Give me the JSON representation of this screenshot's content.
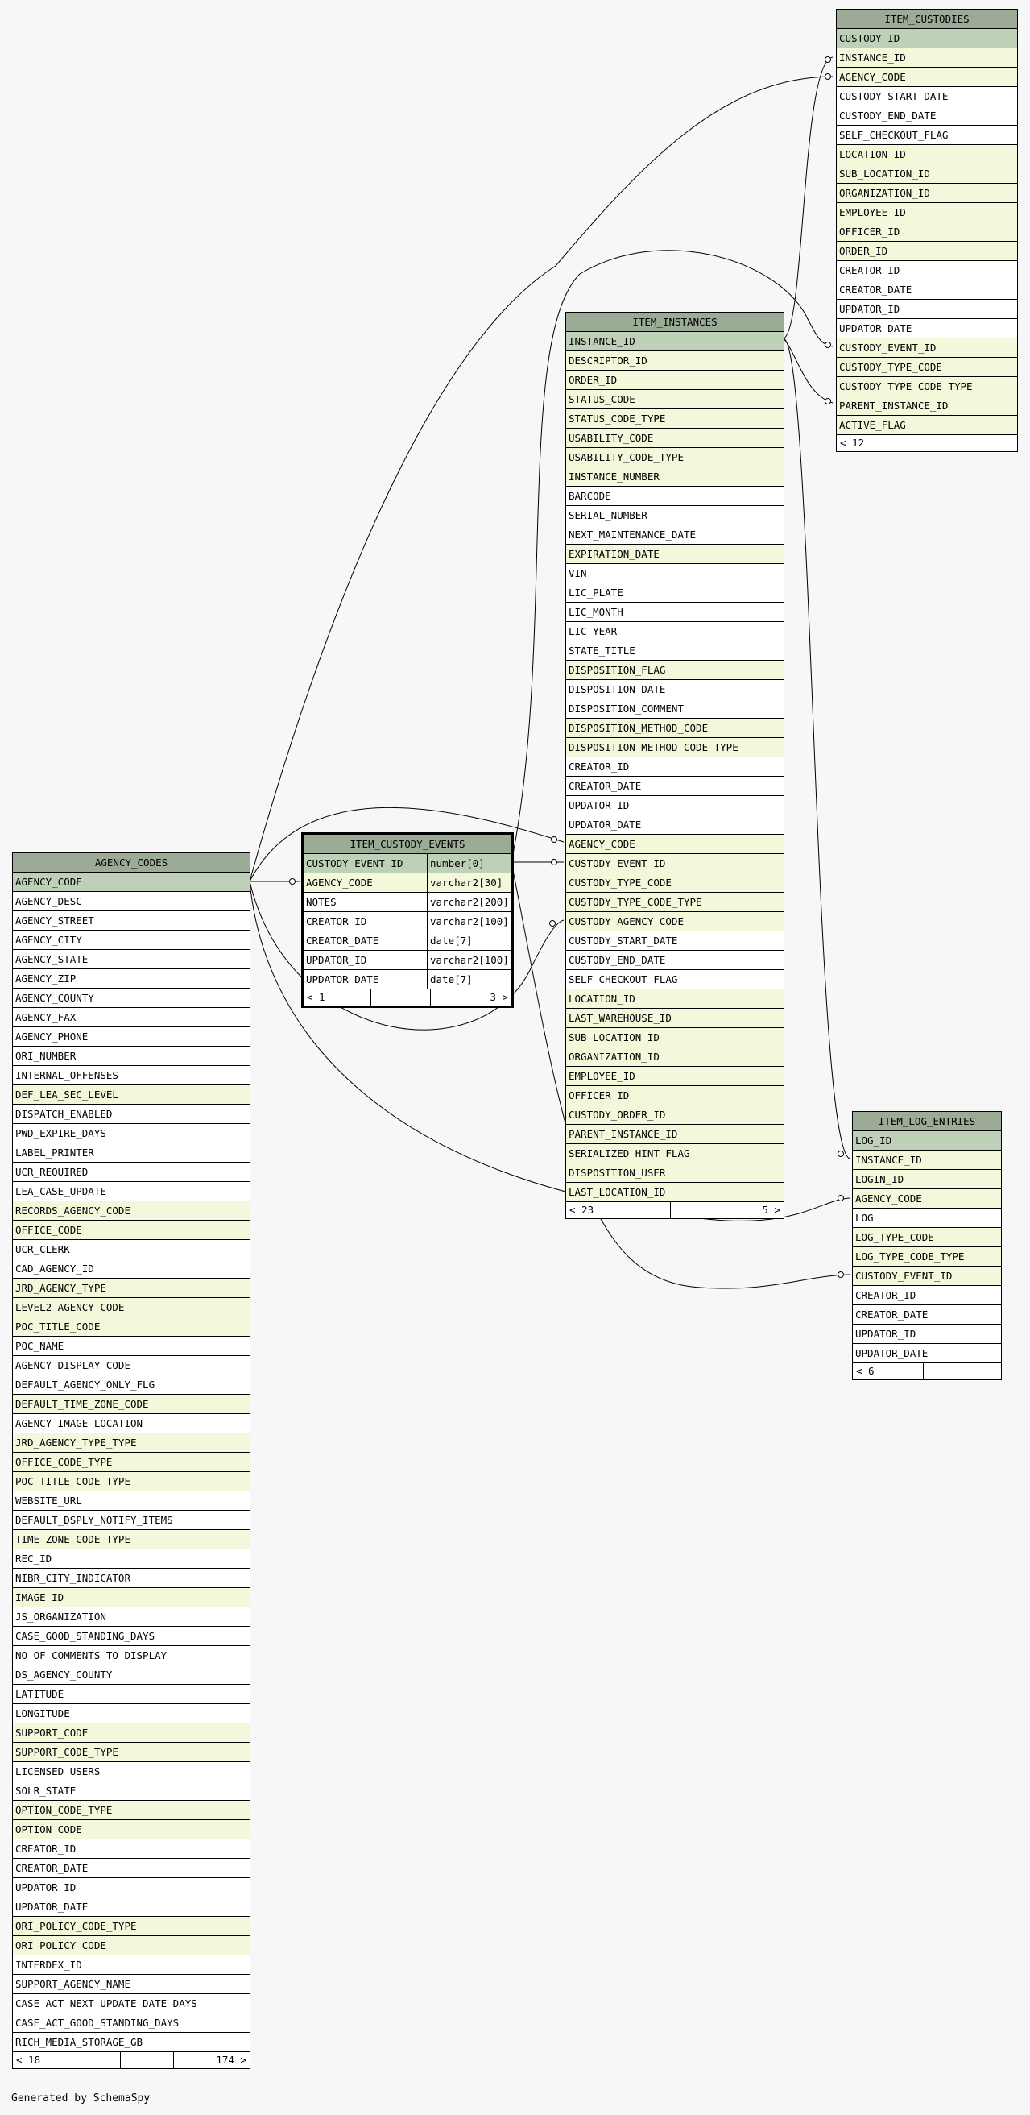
{
  "footer_note": "Generated by SchemaSpy",
  "tables": {
    "item_custodies": {
      "name": "ITEM_CUSTODIES",
      "columns": [
        {
          "name": "CUSTODY_ID",
          "kind": "pk"
        },
        {
          "name": "INSTANCE_ID",
          "kind": "fk"
        },
        {
          "name": "AGENCY_CODE",
          "kind": "fk"
        },
        {
          "name": "CUSTODY_START_DATE",
          "kind": "plain"
        },
        {
          "name": "CUSTODY_END_DATE",
          "kind": "plain"
        },
        {
          "name": "SELF_CHECKOUT_FLAG",
          "kind": "plain"
        },
        {
          "name": "LOCATION_ID",
          "kind": "fk"
        },
        {
          "name": "SUB_LOCATION_ID",
          "kind": "fk"
        },
        {
          "name": "ORGANIZATION_ID",
          "kind": "fk"
        },
        {
          "name": "EMPLOYEE_ID",
          "kind": "fk"
        },
        {
          "name": "OFFICER_ID",
          "kind": "fk"
        },
        {
          "name": "ORDER_ID",
          "kind": "fk"
        },
        {
          "name": "CREATOR_ID",
          "kind": "plain"
        },
        {
          "name": "CREATOR_DATE",
          "kind": "plain"
        },
        {
          "name": "UPDATOR_ID",
          "kind": "plain"
        },
        {
          "name": "UPDATOR_DATE",
          "kind": "plain"
        },
        {
          "name": "CUSTODY_EVENT_ID",
          "kind": "fk"
        },
        {
          "name": "CUSTODY_TYPE_CODE",
          "kind": "fk"
        },
        {
          "name": "CUSTODY_TYPE_CODE_TYPE",
          "kind": "fk"
        },
        {
          "name": "PARENT_INSTANCE_ID",
          "kind": "fk"
        },
        {
          "name": "ACTIVE_FLAG",
          "kind": "fk"
        }
      ],
      "footer": [
        "< 12",
        "",
        ""
      ]
    },
    "item_instances": {
      "name": "ITEM_INSTANCES",
      "columns": [
        {
          "name": "INSTANCE_ID",
          "kind": "pk"
        },
        {
          "name": "DESCRIPTOR_ID",
          "kind": "fk"
        },
        {
          "name": "ORDER_ID",
          "kind": "fk"
        },
        {
          "name": "STATUS_CODE",
          "kind": "fk"
        },
        {
          "name": "STATUS_CODE_TYPE",
          "kind": "fk"
        },
        {
          "name": "USABILITY_CODE",
          "kind": "fk"
        },
        {
          "name": "USABILITY_CODE_TYPE",
          "kind": "fk"
        },
        {
          "name": "INSTANCE_NUMBER",
          "kind": "fk"
        },
        {
          "name": "BARCODE",
          "kind": "plain"
        },
        {
          "name": "SERIAL_NUMBER",
          "kind": "plain"
        },
        {
          "name": "NEXT_MAINTENANCE_DATE",
          "kind": "plain"
        },
        {
          "name": "EXPIRATION_DATE",
          "kind": "fk"
        },
        {
          "name": "VIN",
          "kind": "plain"
        },
        {
          "name": "LIC_PLATE",
          "kind": "plain"
        },
        {
          "name": "LIC_MONTH",
          "kind": "plain"
        },
        {
          "name": "LIC_YEAR",
          "kind": "plain"
        },
        {
          "name": "STATE_TITLE",
          "kind": "plain"
        },
        {
          "name": "DISPOSITION_FLAG",
          "kind": "fk"
        },
        {
          "name": "DISPOSITION_DATE",
          "kind": "plain"
        },
        {
          "name": "DISPOSITION_COMMENT",
          "kind": "plain"
        },
        {
          "name": "DISPOSITION_METHOD_CODE",
          "kind": "fk"
        },
        {
          "name": "DISPOSITION_METHOD_CODE_TYPE",
          "kind": "fk"
        },
        {
          "name": "CREATOR_ID",
          "kind": "plain"
        },
        {
          "name": "CREATOR_DATE",
          "kind": "plain"
        },
        {
          "name": "UPDATOR_ID",
          "kind": "plain"
        },
        {
          "name": "UPDATOR_DATE",
          "kind": "plain"
        },
        {
          "name": "AGENCY_CODE",
          "kind": "fk"
        },
        {
          "name": "CUSTODY_EVENT_ID",
          "kind": "fk"
        },
        {
          "name": "CUSTODY_TYPE_CODE",
          "kind": "fk"
        },
        {
          "name": "CUSTODY_TYPE_CODE_TYPE",
          "kind": "fk"
        },
        {
          "name": "CUSTODY_AGENCY_CODE",
          "kind": "fk"
        },
        {
          "name": "CUSTODY_START_DATE",
          "kind": "plain"
        },
        {
          "name": "CUSTODY_END_DATE",
          "kind": "plain"
        },
        {
          "name": "SELF_CHECKOUT_FLAG",
          "kind": "plain"
        },
        {
          "name": "LOCATION_ID",
          "kind": "fk"
        },
        {
          "name": "LAST_WAREHOUSE_ID",
          "kind": "fk"
        },
        {
          "name": "SUB_LOCATION_ID",
          "kind": "fk"
        },
        {
          "name": "ORGANIZATION_ID",
          "kind": "fk"
        },
        {
          "name": "EMPLOYEE_ID",
          "kind": "fk"
        },
        {
          "name": "OFFICER_ID",
          "kind": "fk"
        },
        {
          "name": "CUSTODY_ORDER_ID",
          "kind": "fk"
        },
        {
          "name": "PARENT_INSTANCE_ID",
          "kind": "fk"
        },
        {
          "name": "SERIALIZED_HINT_FLAG",
          "kind": "fk"
        },
        {
          "name": "DISPOSITION_USER",
          "kind": "fk"
        },
        {
          "name": "LAST_LOCATION_ID",
          "kind": "fk"
        }
      ],
      "footer": [
        "< 23",
        "",
        "5 >"
      ]
    },
    "item_custody_events": {
      "name": "ITEM_CUSTODY_EVENTS",
      "columns": [
        {
          "name": "CUSTODY_EVENT_ID",
          "type": "number[0]",
          "kind": "pk"
        },
        {
          "name": "AGENCY_CODE",
          "type": "varchar2[30]",
          "kind": "fk"
        },
        {
          "name": "NOTES",
          "type": "varchar2[200]",
          "kind": "plain"
        },
        {
          "name": "CREATOR_ID",
          "type": "varchar2[100]",
          "kind": "plain"
        },
        {
          "name": "CREATOR_DATE",
          "type": "date[7]",
          "kind": "plain"
        },
        {
          "name": "UPDATOR_ID",
          "type": "varchar2[100]",
          "kind": "plain"
        },
        {
          "name": "UPDATOR_DATE",
          "type": "date[7]",
          "kind": "plain"
        }
      ],
      "footer": [
        "< 1",
        "",
        "3 >"
      ]
    },
    "agency_codes": {
      "name": "AGENCY_CODES",
      "columns": [
        {
          "name": "AGENCY_CODE",
          "kind": "pk"
        },
        {
          "name": "AGENCY_DESC",
          "kind": "plain"
        },
        {
          "name": "AGENCY_STREET",
          "kind": "plain"
        },
        {
          "name": "AGENCY_CITY",
          "kind": "plain"
        },
        {
          "name": "AGENCY_STATE",
          "kind": "plain"
        },
        {
          "name": "AGENCY_ZIP",
          "kind": "plain"
        },
        {
          "name": "AGENCY_COUNTY",
          "kind": "plain"
        },
        {
          "name": "AGENCY_FAX",
          "kind": "plain"
        },
        {
          "name": "AGENCY_PHONE",
          "kind": "plain"
        },
        {
          "name": "ORI_NUMBER",
          "kind": "plain"
        },
        {
          "name": "INTERNAL_OFFENSES",
          "kind": "plain"
        },
        {
          "name": "DEF_LEA_SEC_LEVEL",
          "kind": "fk"
        },
        {
          "name": "DISPATCH_ENABLED",
          "kind": "plain"
        },
        {
          "name": "PWD_EXPIRE_DAYS",
          "kind": "plain"
        },
        {
          "name": "LABEL_PRINTER",
          "kind": "plain"
        },
        {
          "name": "UCR_REQUIRED",
          "kind": "plain"
        },
        {
          "name": "LEA_CASE_UPDATE",
          "kind": "plain"
        },
        {
          "name": "RECORDS_AGENCY_CODE",
          "kind": "fk"
        },
        {
          "name": "OFFICE_CODE",
          "kind": "fk"
        },
        {
          "name": "UCR_CLERK",
          "kind": "plain"
        },
        {
          "name": "CAD_AGENCY_ID",
          "kind": "plain"
        },
        {
          "name": "JRD_AGENCY_TYPE",
          "kind": "fk"
        },
        {
          "name": "LEVEL2_AGENCY_CODE",
          "kind": "fk"
        },
        {
          "name": "POC_TITLE_CODE",
          "kind": "fk"
        },
        {
          "name": "POC_NAME",
          "kind": "plain"
        },
        {
          "name": "AGENCY_DISPLAY_CODE",
          "kind": "plain"
        },
        {
          "name": "DEFAULT_AGENCY_ONLY_FLG",
          "kind": "plain"
        },
        {
          "name": "DEFAULT_TIME_ZONE_CODE",
          "kind": "fk"
        },
        {
          "name": "AGENCY_IMAGE_LOCATION",
          "kind": "plain"
        },
        {
          "name": "JRD_AGENCY_TYPE_TYPE",
          "kind": "fk"
        },
        {
          "name": "OFFICE_CODE_TYPE",
          "kind": "fk"
        },
        {
          "name": "POC_TITLE_CODE_TYPE",
          "kind": "fk"
        },
        {
          "name": "WEBSITE_URL",
          "kind": "plain"
        },
        {
          "name": "DEFAULT_DSPLY_NOTIFY_ITEMS",
          "kind": "plain"
        },
        {
          "name": "TIME_ZONE_CODE_TYPE",
          "kind": "fk"
        },
        {
          "name": "REC_ID",
          "kind": "plain"
        },
        {
          "name": "NIBR_CITY_INDICATOR",
          "kind": "plain"
        },
        {
          "name": "IMAGE_ID",
          "kind": "fk"
        },
        {
          "name": "JS_ORGANIZATION",
          "kind": "plain"
        },
        {
          "name": "CASE_GOOD_STANDING_DAYS",
          "kind": "plain"
        },
        {
          "name": "NO_OF_COMMENTS_TO_DISPLAY",
          "kind": "plain"
        },
        {
          "name": "DS_AGENCY_COUNTY",
          "kind": "plain"
        },
        {
          "name": "LATITUDE",
          "kind": "plain"
        },
        {
          "name": "LONGITUDE",
          "kind": "plain"
        },
        {
          "name": "SUPPORT_CODE",
          "kind": "fk"
        },
        {
          "name": "SUPPORT_CODE_TYPE",
          "kind": "fk"
        },
        {
          "name": "LICENSED_USERS",
          "kind": "plain"
        },
        {
          "name": "SOLR_STATE",
          "kind": "plain"
        },
        {
          "name": "OPTION_CODE_TYPE",
          "kind": "fk"
        },
        {
          "name": "OPTION_CODE",
          "kind": "fk"
        },
        {
          "name": "CREATOR_ID",
          "kind": "plain"
        },
        {
          "name": "CREATOR_DATE",
          "kind": "plain"
        },
        {
          "name": "UPDATOR_ID",
          "kind": "plain"
        },
        {
          "name": "UPDATOR_DATE",
          "kind": "plain"
        },
        {
          "name": "ORI_POLICY_CODE_TYPE",
          "kind": "fk"
        },
        {
          "name": "ORI_POLICY_CODE",
          "kind": "fk"
        },
        {
          "name": "INTERDEX_ID",
          "kind": "plain"
        },
        {
          "name": "SUPPORT_AGENCY_NAME",
          "kind": "plain"
        },
        {
          "name": "CASE_ACT_NEXT_UPDATE_DATE_DAYS",
          "kind": "plain"
        },
        {
          "name": "CASE_ACT_GOOD_STANDING_DAYS",
          "kind": "plain"
        },
        {
          "name": "RICH_MEDIA_STORAGE_GB",
          "kind": "plain"
        }
      ],
      "footer": [
        "< 18",
        "",
        "174 >"
      ]
    },
    "item_log_entries": {
      "name": "ITEM_LOG_ENTRIES",
      "columns": [
        {
          "name": "LOG_ID",
          "kind": "pk"
        },
        {
          "name": "INSTANCE_ID",
          "kind": "fk"
        },
        {
          "name": "LOGIN_ID",
          "kind": "fk"
        },
        {
          "name": "AGENCY_CODE",
          "kind": "fk"
        },
        {
          "name": "LOG",
          "kind": "plain"
        },
        {
          "name": "LOG_TYPE_CODE",
          "kind": "fk"
        },
        {
          "name": "LOG_TYPE_CODE_TYPE",
          "kind": "fk"
        },
        {
          "name": "CUSTODY_EVENT_ID",
          "kind": "fk"
        },
        {
          "name": "CREATOR_ID",
          "kind": "plain"
        },
        {
          "name": "CREATOR_DATE",
          "kind": "plain"
        },
        {
          "name": "UPDATOR_ID",
          "kind": "plain"
        },
        {
          "name": "UPDATOR_DATE",
          "kind": "plain"
        }
      ],
      "footer": [
        "< 6",
        "",
        ""
      ]
    }
  },
  "colors": {
    "header": "#9bab96",
    "primary_key": "#bed1b8",
    "foreign_key": "#f4f7da",
    "plain": "#ffffff",
    "background": "#f7f7f7"
  }
}
